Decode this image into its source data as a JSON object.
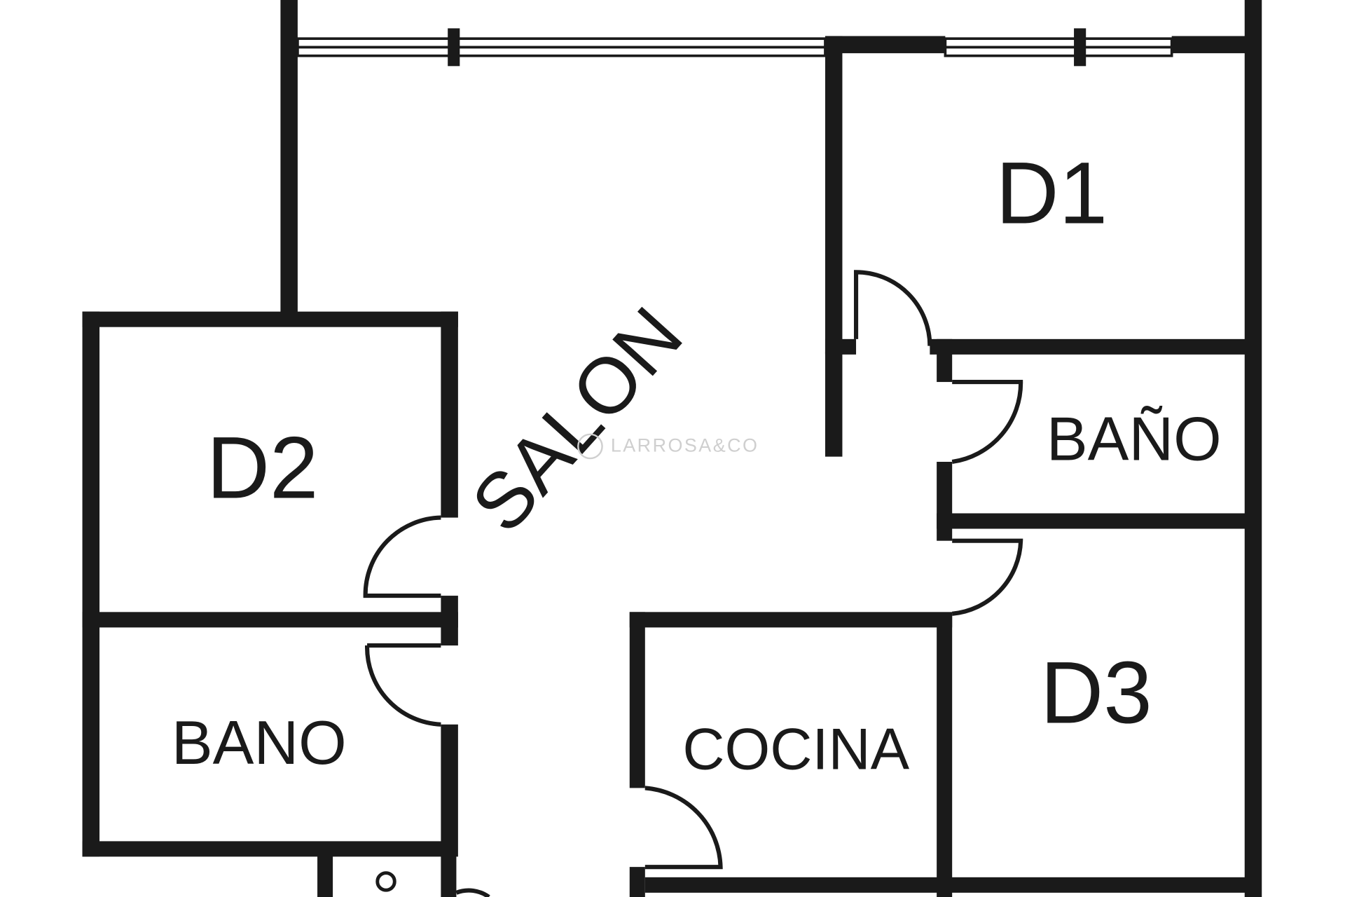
{
  "floor_plan": {
    "rooms": {
      "d1": "D1",
      "d2": "D2",
      "d3": "D3",
      "salon": "SALON",
      "bano_right": "BAÑO",
      "bano_left": "BANO",
      "cocina": "COCINA"
    },
    "watermark": "LARROSA&CO"
  },
  "colors": {
    "wall": "#1a1a1a",
    "background": "#ffffff",
    "watermark": "#cfcfcf"
  }
}
